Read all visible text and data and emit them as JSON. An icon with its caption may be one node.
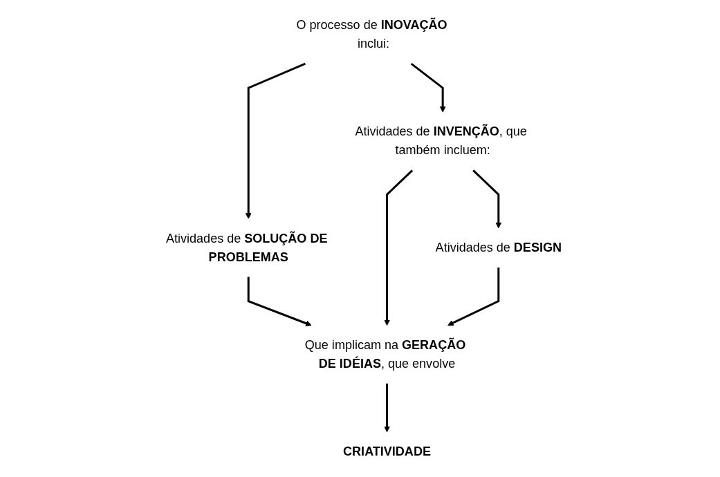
{
  "diagram": {
    "nodes": [
      {
        "text": [
          "O processo de **INOVAÇÃO** inclui:"
        ]
      },
      {
        "text": [
          "Atividades de **SOLUÇÃO DE PROBLEMAS**"
        ]
      },
      {
        "text": [
          "Atividades de **INVENÇÃO**, que também incluem:"
        ]
      },
      {
        "text": [
          "Que implicam na **GERAÇÃO DE IDÉIAS**, que envolve"
        ]
      },
      {
        "text": [
          "Atividades de **DESIGN**"
        ]
      },
      {
        "text": [
          "CRIATIVIDADE"
        ]
      }
    ],
    "edges": [
      {
        "from": 0,
        "to": 1,
        "arrow": "to"
      },
      {
        "from": 0,
        "to": 2,
        "arrow": "to"
      },
      {
        "from": 1,
        "to": 3,
        "arrow": "to"
      },
      {
        "from": 2,
        "to": 3,
        "arrow": "to"
      },
      {
        "from": 2,
        "to": 4,
        "arrow": "to"
      },
      {
        "from": 4,
        "to": 3,
        "arrow": "to"
      },
      {
        "from": 3,
        "to": 5,
        "arrow": "to"
      }
    ]
  }
}
